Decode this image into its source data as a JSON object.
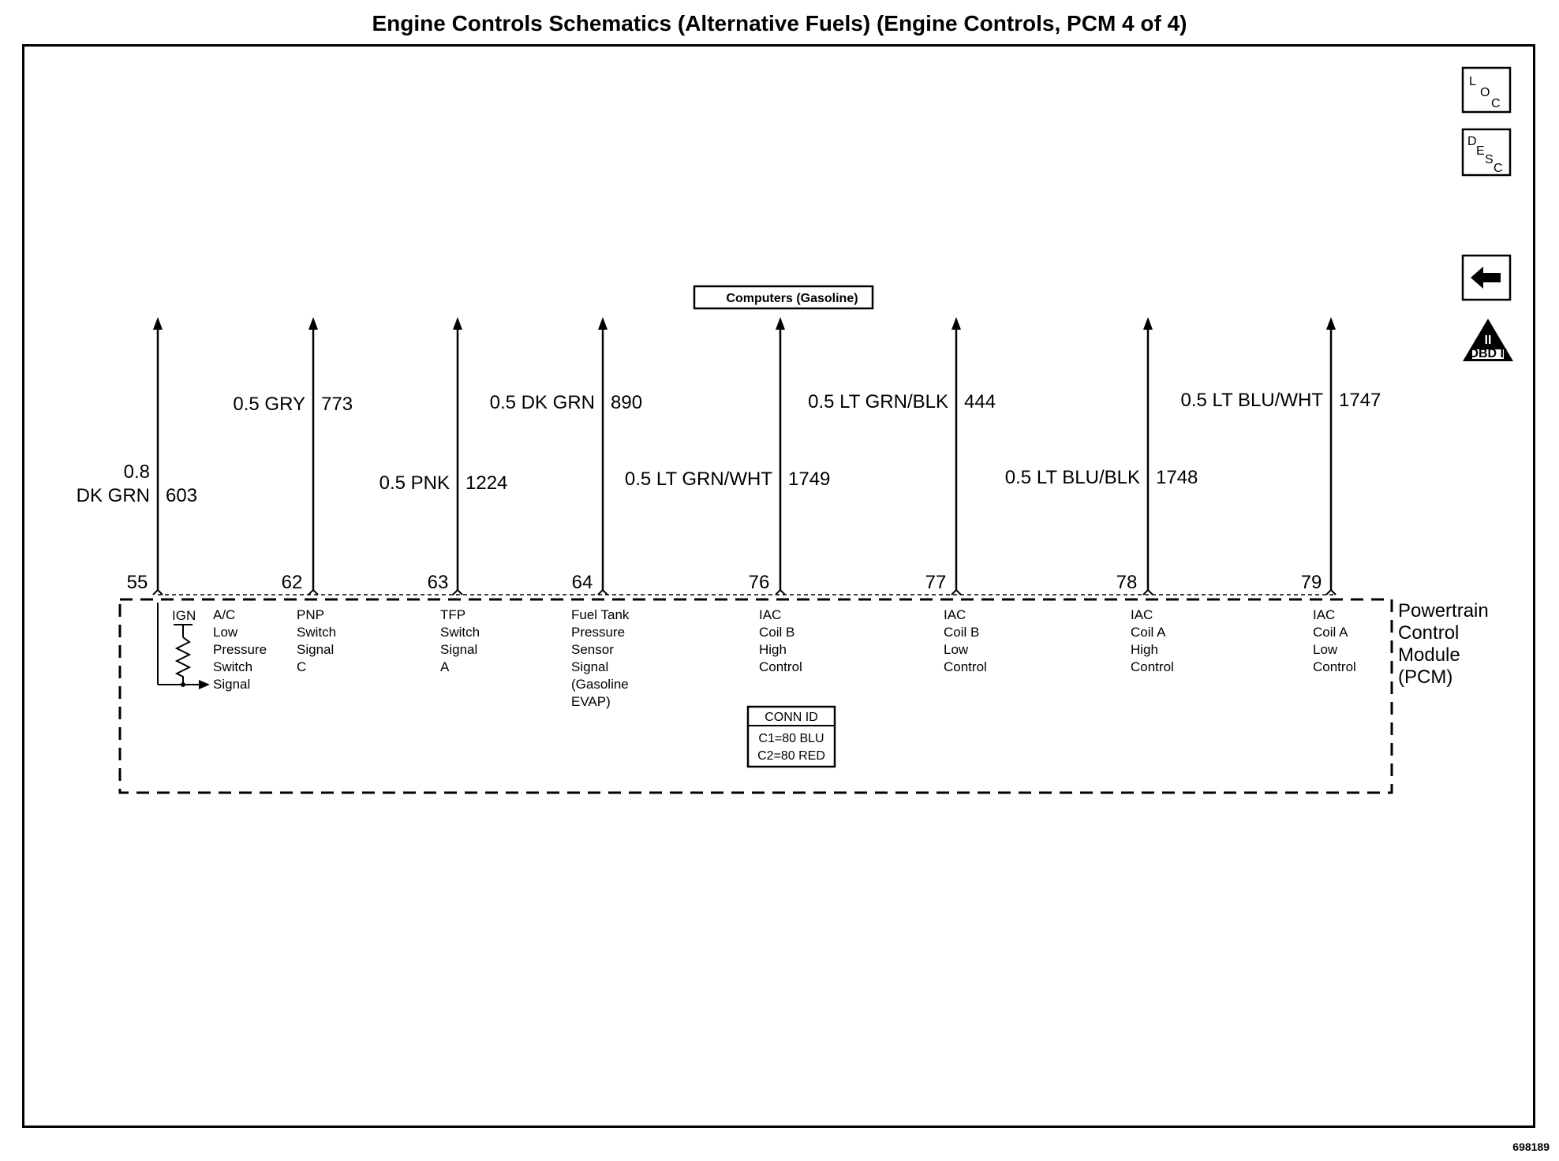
{
  "title": "Engine Controls Schematics (Alternative Fuels) (Engine Controls, PCM 4 of 4)",
  "nav_icons": [
    {
      "name": "loc-icon",
      "letters": [
        "L",
        "O",
        "C"
      ]
    },
    {
      "name": "desc-icon",
      "letters": [
        "D",
        "E",
        "S",
        "C"
      ]
    },
    {
      "name": "back-arrow-icon",
      "letters": []
    },
    {
      "name": "obd-ii-icon",
      "letters": [
        "II",
        "OBD II"
      ]
    }
  ],
  "reference_box": "Computers (Gasoline)",
  "circuits": [
    {
      "pin": "55",
      "wire_color_lines": [
        "0.8",
        "DK GRN"
      ],
      "circuit": "603",
      "function_lines": [
        "A/C",
        "Low",
        "Pressure",
        "Switch",
        "Signal"
      ]
    },
    {
      "pin": "62",
      "wire_color_lines": [
        "0.5 GRY"
      ],
      "circuit": "773",
      "function_lines": [
        "PNP",
        "Switch",
        "Signal",
        "C"
      ]
    },
    {
      "pin": "63",
      "wire_color_lines": [
        "0.5 PNK"
      ],
      "circuit": "1224",
      "function_lines": [
        "TFP",
        "Switch",
        "Signal",
        "A"
      ]
    },
    {
      "pin": "64",
      "wire_color_lines": [
        "0.5 DK GRN"
      ],
      "circuit": "890",
      "function_lines": [
        "Fuel Tank",
        "Pressure",
        "Sensor",
        "Signal",
        "(Gasoline",
        "EVAP)"
      ]
    },
    {
      "pin": "76",
      "wire_color_lines": [
        "0.5 LT GRN/WHT"
      ],
      "circuit": "1749",
      "function_lines": [
        "IAC",
        "Coil B",
        "High",
        "Control"
      ]
    },
    {
      "pin": "77",
      "wire_color_lines": [
        "0.5 LT GRN/BLK"
      ],
      "circuit": "444",
      "function_lines": [
        "IAC",
        "Coil B",
        "Low",
        "Control"
      ]
    },
    {
      "pin": "78",
      "wire_color_lines": [
        "0.5 LT BLU/BLK"
      ],
      "circuit": "1748",
      "function_lines": [
        "IAC",
        "Coil A",
        "High",
        "Control"
      ]
    },
    {
      "pin": "79",
      "wire_color_lines": [
        "0.5 LT BLU/WHT"
      ],
      "circuit": "1747",
      "function_lines": [
        "IAC",
        "Coil A",
        "Low",
        "Control"
      ]
    }
  ],
  "ign_label": "IGN",
  "module_label_lines": [
    "Powertrain",
    "Control",
    "Module",
    "(PCM)"
  ],
  "conn_id": {
    "header": "CONN ID",
    "rows": [
      "C1=80 BLU",
      "C2=80 RED"
    ]
  },
  "image_id": "698189"
}
